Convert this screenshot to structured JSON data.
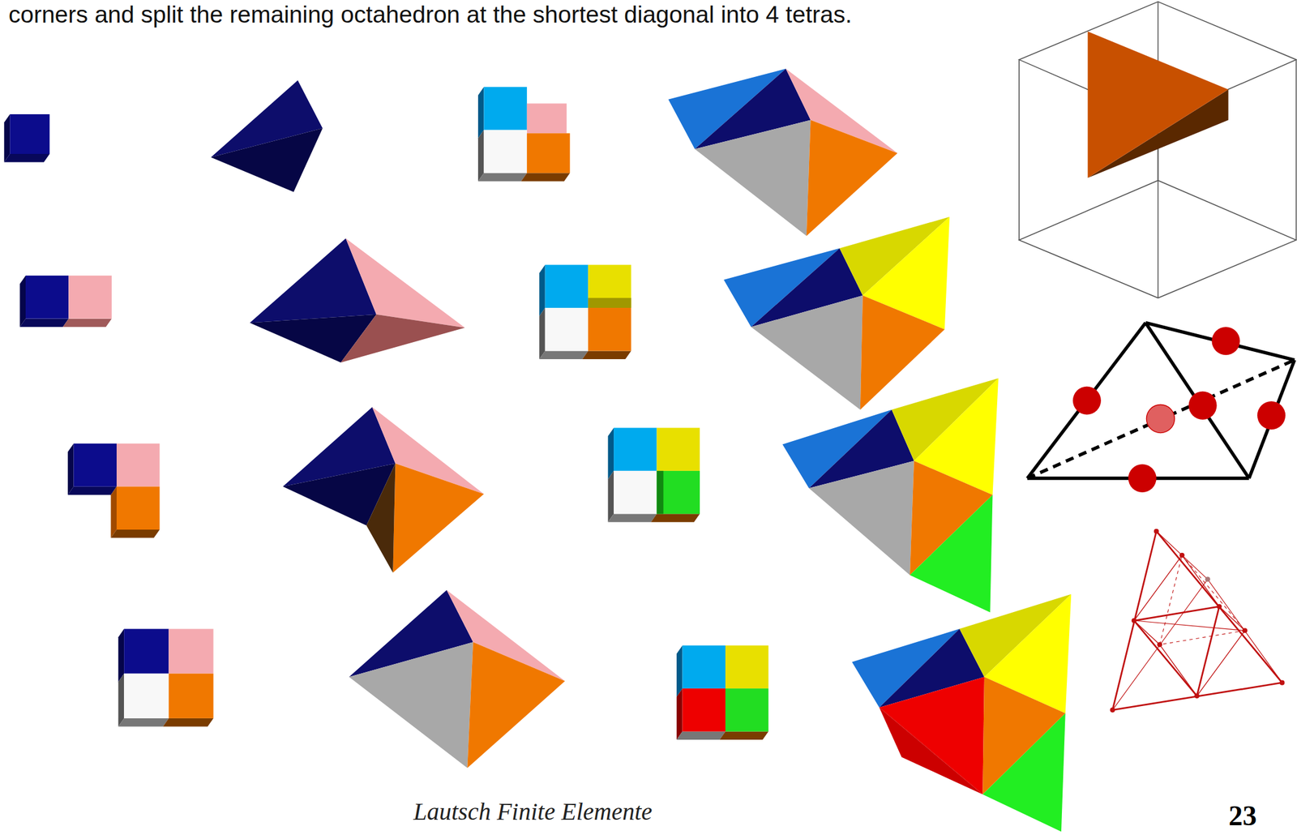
{
  "diagram": {
    "labels": [
      "corners and split the remaining octahedron at the shortest diagonal into 4 tetras.",
      "Lautsch Finite Elemente",
      "23"
    ]
  }
}
